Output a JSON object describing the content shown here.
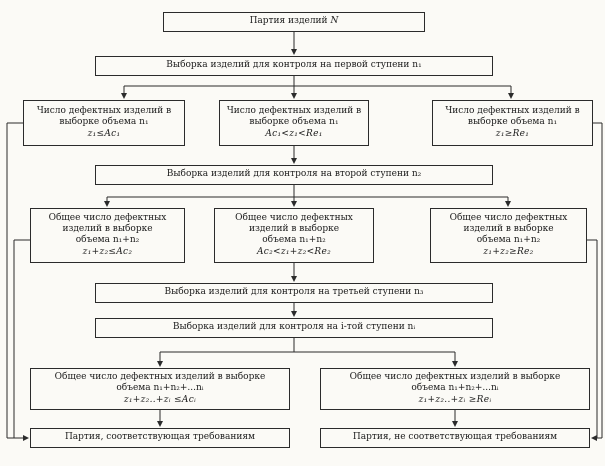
{
  "nodes": {
    "batch": {
      "label": "Партия изделий",
      "var": "N"
    },
    "stage1_sample": {
      "label": "Выборка изделий для контроля на первой ступени n₁"
    },
    "stage1_accept": {
      "line1": "Число дефектных изделий в",
      "line2": "выборке объема n₁",
      "formula": "z₁≤Ac₁"
    },
    "stage1_continue": {
      "line1": "Число дефектных изделий в",
      "line2": "выборке объема n₁",
      "formula": "Ac₁<z₁<Re₁"
    },
    "stage1_reject": {
      "line1": "Число дефектных изделий в",
      "line2": "выборке объема n₁",
      "formula": "z₁≥Re₁"
    },
    "stage2_sample": {
      "label": "Выборка изделий для контроля на второй ступени n₂"
    },
    "stage2_accept": {
      "line1": "Общее число дефектных",
      "line2": "изделий в выборке",
      "line3": "объема n₁+n₂",
      "formula": "z₁+z₂≤Ac₂"
    },
    "stage2_continue": {
      "line1": "Общее число дефектных",
      "line2": "изделий в выборке",
      "line3": "объема n₁+n₂",
      "formula": "Ac₂<z₁+z₂<Re₂"
    },
    "stage2_reject": {
      "line1": "Общее число дефектных",
      "line2": "изделий в выборке",
      "line3": "объема n₁+n₂",
      "formula": "z₁+z₂≥Re₂"
    },
    "stage3_sample": {
      "label": "Выборка изделий для контроля на третьей ступени n₃"
    },
    "stagei_sample": {
      "label": "Выборка изделий для контроля на i-той ступени nᵢ"
    },
    "final_accept": {
      "line1": "Общее число дефектных изделий в выборке",
      "line2": "объема n₁+n₂+...nᵢ",
      "formula": "z₁+z₂..+zᵢ ≤Acᵢ"
    },
    "final_reject": {
      "line1": "Общее число дефектных изделий в выборке",
      "line2": "объема n₁+n₂+...nᵢ",
      "formula": "z₁+z₂..+zᵢ ≥Reᵢ"
    },
    "batch_conforming": {
      "label": "Партия, соответствующая требованиям"
    },
    "batch_nonconforming": {
      "label": "Партия, не соответствующая требованиям"
    }
  }
}
